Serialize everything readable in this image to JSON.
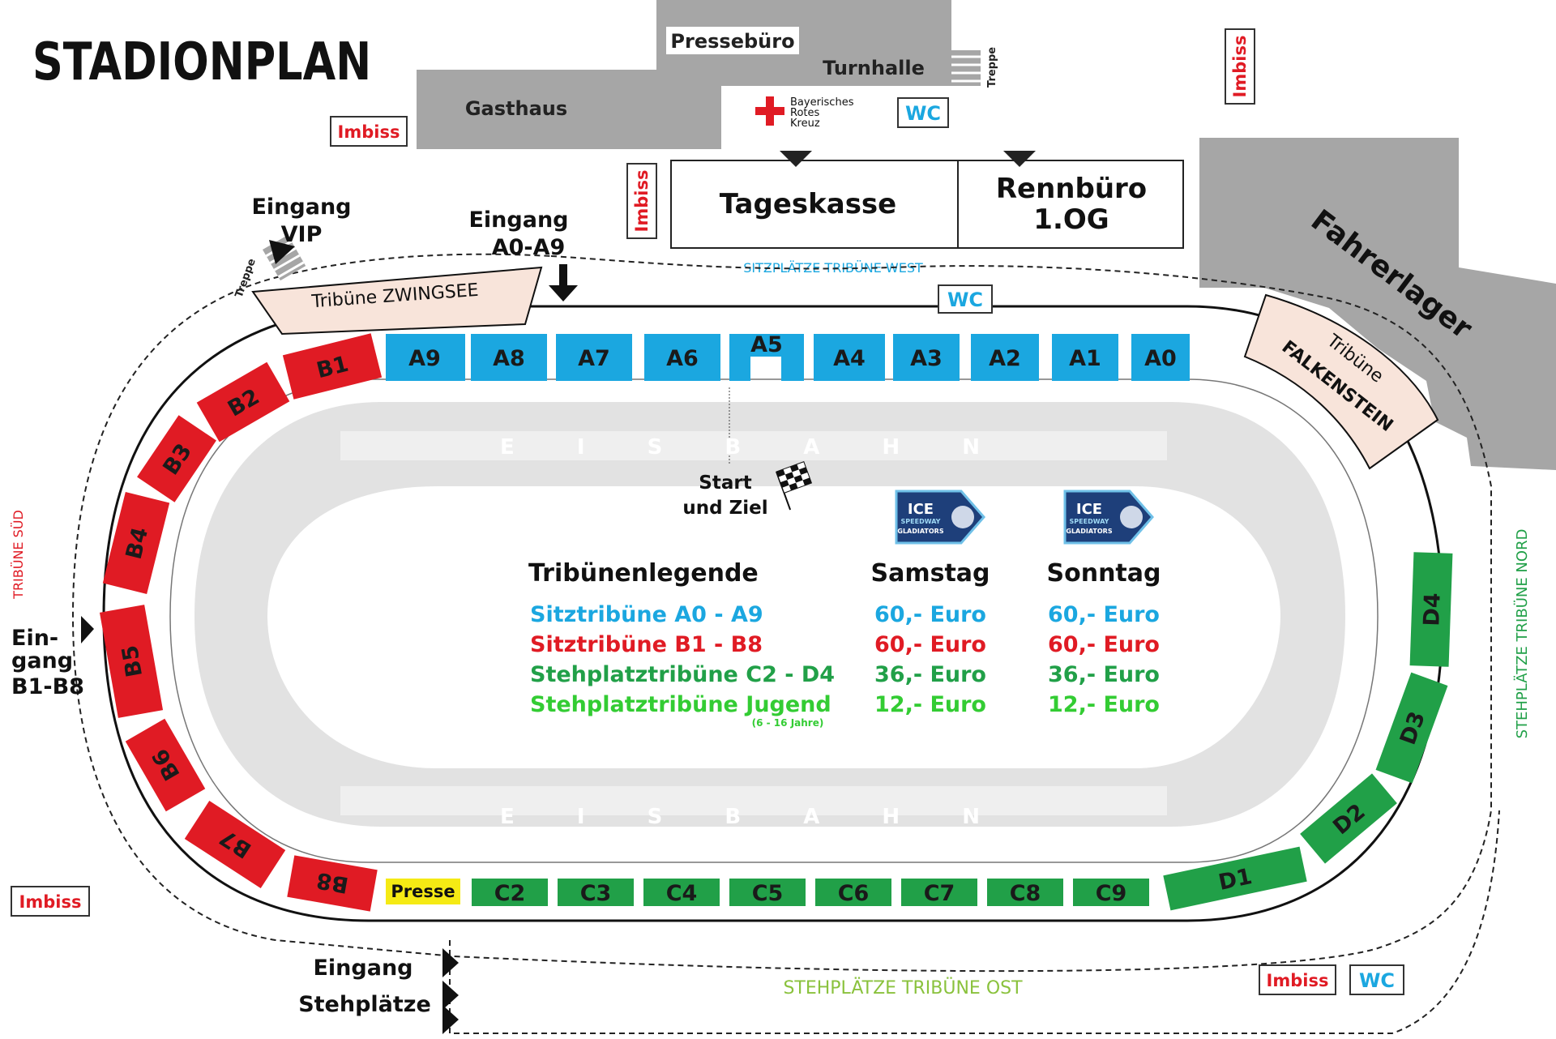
{
  "title": "STADIONPLAN",
  "colors": {
    "blue": "#1ba7e0",
    "red": "#e01b24",
    "green": "#21a048",
    "lightgreen": "#33cc33",
    "gray": "#a6a6a6",
    "cream": "#f8e4da",
    "yellow": "#f5ea14",
    "track_gray": "#e2e2e2",
    "track_light": "#ececec"
  },
  "buildings": {
    "gasthaus": "Gasthaus",
    "pressebuero": "Pressebüro",
    "turnhalle": "Turnhalle",
    "treppe": "Treppe",
    "brk": [
      "Bayerisches",
      "Rotes",
      "Kreuz"
    ],
    "tageskasse": "Tageskasse",
    "rennbuero": [
      "Rennbüro",
      "1.OG"
    ],
    "fahrerlager": "Fahrerlager"
  },
  "facilities": {
    "imbiss": "Imbiss",
    "wc": "WC"
  },
  "entrances": {
    "vip": [
      "Eingang",
      "VIP"
    ],
    "a0a9": [
      "Eingang",
      "A0-A9"
    ],
    "b1b8": [
      "Ein-",
      "gang",
      "B1-B8"
    ],
    "steh": [
      "Eingang",
      "Stehplätze"
    ]
  },
  "tribunes": {
    "west": "SITZPLÄTZE TRIBÜNE WEST",
    "sued": "TRIBÜNE SÜD",
    "nord": "STEHPLÄTZE TRIBÜNE NORD",
    "ost": "STEHPLÄTZE TRIBÜNE OST",
    "zwingsee": "Tribüne ZWINGSEE",
    "falkenstein": [
      "Tribüne",
      "FALKENSTEIN"
    ]
  },
  "blocks": {
    "a": [
      "A9",
      "A8",
      "A7",
      "A6",
      "A5",
      "A4",
      "A3",
      "A2",
      "A1",
      "A0"
    ],
    "b": [
      "B1",
      "B2",
      "B3",
      "B4",
      "B5",
      "B6",
      "B7",
      "B8"
    ],
    "c": [
      "C2",
      "C3",
      "C4",
      "C5",
      "C6",
      "C7",
      "C8",
      "C9"
    ],
    "d": [
      "D1",
      "D2",
      "D3",
      "D4"
    ],
    "presse": "Presse"
  },
  "track": {
    "label": "E I S B A H N",
    "start": [
      "Start",
      "und Ziel"
    ]
  },
  "logo_text": [
    "ICE",
    "SPEEDWAY",
    "GLADIATORS"
  ],
  "legend": {
    "heading": "Tribünenlegende",
    "day1": "Samstag",
    "day2": "Sonntag",
    "rows": [
      {
        "label": "Sitztribüne A0 - A9",
        "sat": "60,- Euro",
        "sun": "60,- Euro",
        "color": "#1ba7e0"
      },
      {
        "label": "Sitztribüne B1 - B8",
        "sat": "60,- Euro",
        "sun": "60,- Euro",
        "color": "#e01b24"
      },
      {
        "label": "Stehplatztribüne C2 - D4",
        "sat": "36,- Euro",
        "sun": "36,- Euro",
        "color": "#21a048"
      },
      {
        "label": "Stehplatztribüne Jugend",
        "sat": "12,- Euro",
        "sun": "12,- Euro",
        "color": "#33cc33"
      }
    ],
    "note": "(6 - 16 Jahre)"
  }
}
